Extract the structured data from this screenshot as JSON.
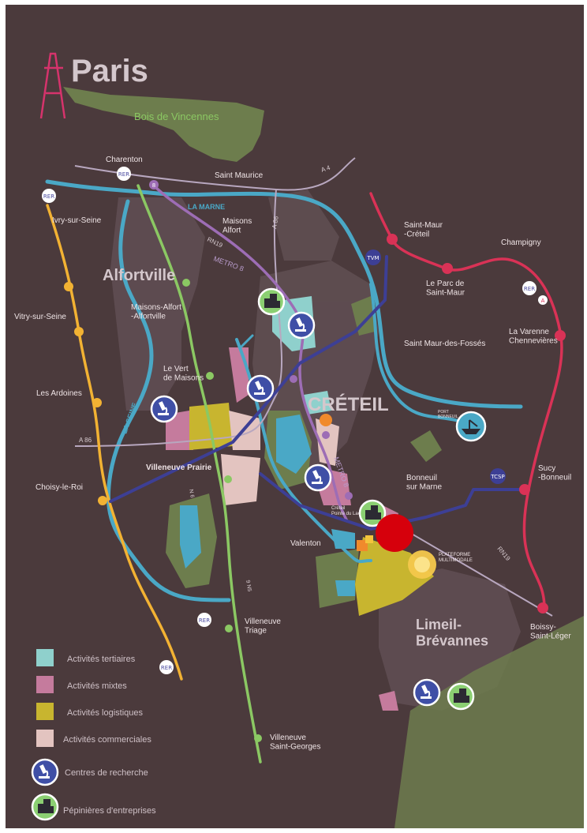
{
  "map": {
    "title": "Paris",
    "labels": {
      "bois": "Bois de Vincennes",
      "charenton": "Charenton",
      "saint_maurice": "Saint Maurice",
      "a4": "A 4",
      "la_marne": "LA MARNE",
      "maisons_alfort": "Maisons\nAlfort",
      "a86_top": "A 86",
      "rn19_top": "RN19",
      "metro8_top": "METRO 8",
      "ivry": "Ivry-sur-Seine",
      "alfortville": "Alfortville",
      "maisons_alfort_alfortville": "Maisons-Alfort\n-Alfortville",
      "vitry": "Vitry-sur-Seine",
      "les_ardoines": "Les Ardoines",
      "le_vert_de_maisons": "Le Vert\nde Maisons",
      "la_seine": "LA SEINE",
      "creteil": "CRÉTEIL",
      "a86_left": "A 86",
      "villeneuve_prairie": "Villeneuve Prairie",
      "choisy": "Choisy-le-Roi",
      "metro8_mid": "METRO 8",
      "creteil_pointe": "Créteil\nPointe du Lac",
      "valenton": "Valenton",
      "plateforme": "PLATEFORME\nMULTIMODALE",
      "n6": "N 6",
      "n5": "9 N5",
      "villeneuve_triage": "Villeneuve\nTriage",
      "villeneuve_saint_georges": "Villeneuve\nSaint-Georges",
      "saint_maur_creteil": "Saint-Maur\n-Créteil",
      "champigny": "Champigny",
      "le_parc": "Le Parc de\nSaint-Maur",
      "la_varenne": "La Varenne\nChennevières",
      "saint_maur_fosses": "Saint Maur-des-Fossés",
      "bonneuil": "Bonneuil\nsur Marne",
      "sucy": "Sucy\n-Bonneuil",
      "rn19_right": "RN19",
      "limeil": "Limeil-\nBrévannes",
      "boissy": "Boissy-\nSaint-Léger",
      "port_bonneuil": "PORT\nBONNEUIL",
      "tvm": "TVM",
      "tcsp": "TCSP",
      "rer": "RER",
      "rer_a": "A",
      "metro_badge": "8"
    },
    "colors": {
      "background": "#4b3a3c",
      "frame": "#ffffff",
      "green_area": "#6d7d4d",
      "river": "#4aa8c6",
      "rer_d_line": "#f2b233",
      "rer_a_line": "#d93256",
      "metro8_line": "#9d6db5",
      "tram_line": "#8bc863",
      "tvm_line": "#3d3f95",
      "tertiary": "#8fd0cc",
      "mixed": "#c57b9d",
      "logistic": "#c8b52f",
      "commercial": "#e3c4c0",
      "research_circle": "#3f4fa6",
      "nursery_circle": "#8bcf72",
      "marker": "#d6000c",
      "paris_logo": "#d6336c"
    }
  },
  "legend": {
    "items": [
      {
        "label": "Activités tertiaires",
        "color": "#8fd0cc"
      },
      {
        "label": "Activités mixtes",
        "color": "#c57b9d"
      },
      {
        "label": "Activités logistiques",
        "color": "#c8b52f"
      },
      {
        "label": "Activités commerciales",
        "color": "#e3c4c0"
      }
    ],
    "research": "Centres de recherche",
    "research_icon": "microscope-icon",
    "nursery": "Pépinières d'entreprises",
    "nursery_icon": "building-icon"
  }
}
